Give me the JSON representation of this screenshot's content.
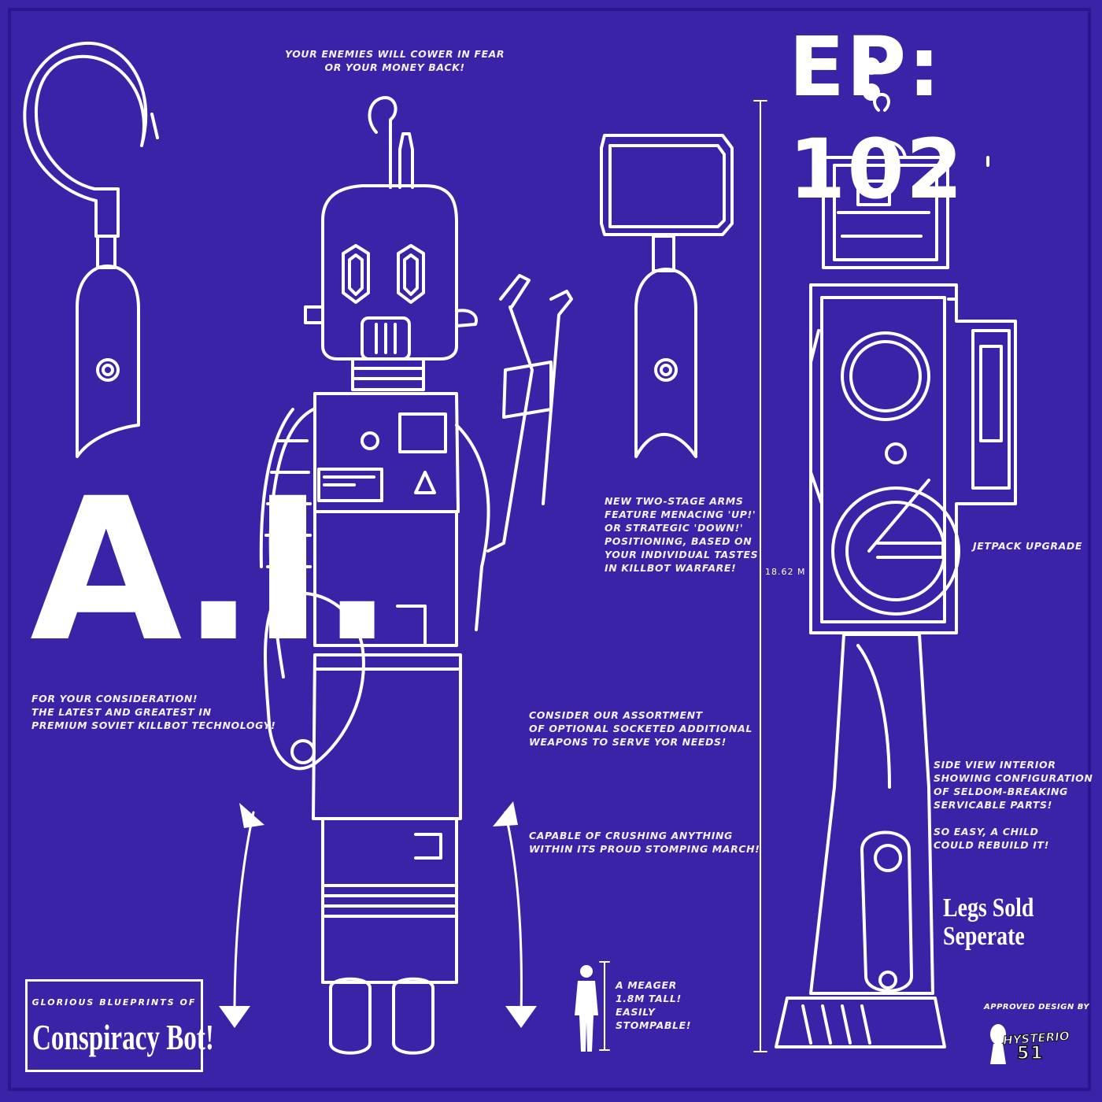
{
  "poster": {
    "episode": "EP: 102",
    "big_title": "A.I.",
    "captions": {
      "enemies": "YOUR ENEMIES WILL COWER IN FEAR\nOR YOUR MONEY BACK!",
      "consideration": "FOR YOUR CONSIDERATION!\nTHE LATEST AND GREATEST IN\nPREMIUM SOVIET KILLBOT TECHNOLOGY!",
      "arms": "NEW TWO-STAGE ARMS\nFEATURE MENACING 'UP!'\nOR STRATEGIC 'DOWN!'\nPOSITIONING, BASED ON\nYOUR INDIVIDUAL TASTES\nIN KILLBOT WARFARE!",
      "weapons": "CONSIDER OUR ASSORTMENT\nOF OPTIONAL SOCKETED ADDITIONAL\nWEAPONS TO SERVE YOR NEEDS!",
      "crushing": "CAPABLE OF CRUSHING ANYTHING\nWITHIN ITS PROUD STOMPING MARCH!",
      "meager": "A MEAGER\n1.8M TALL!\nEASILY\nSTOMPABLE!",
      "jetpack": "JETPACK UPGRADE",
      "side_view": "SIDE VIEW INTERIOR\nSHOWING CONFIGURATION\nOF SELDOM-BREAKING\nSERVICABLE PARTS!",
      "easy": "SO EASY, A CHILD\nCOULD REBUILD IT!"
    },
    "height_label": "18.62 M",
    "legs_sold": "Legs Sold\nSeperate",
    "title_box": {
      "subtitle": "GLORIOUS BLUEPRINTS OF",
      "title": "Conspiracy Bot!"
    },
    "approved": "APPROVED DESIGN BY",
    "logo": {
      "text": "HYSTERIO",
      "number": "51"
    },
    "colors": {
      "background": "#3a23a6",
      "ink": "#ffffff",
      "border": "#2a1690"
    },
    "icons": [
      "hook-arm-icon",
      "hammer-arm-icon",
      "robot-front-icon",
      "robot-side-icon",
      "human-scale-icon",
      "alien-logo-icon"
    ]
  }
}
